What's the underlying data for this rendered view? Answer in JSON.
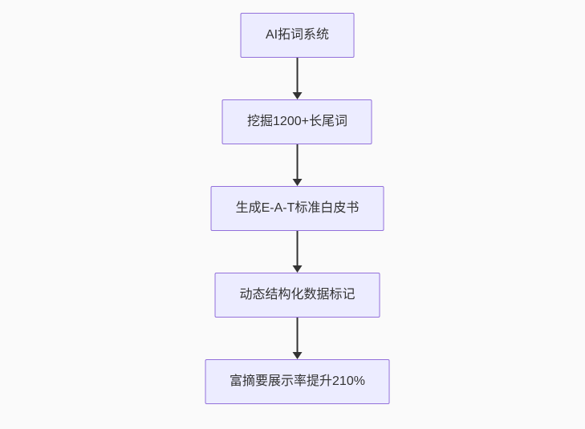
{
  "diagram": {
    "type": "flowchart",
    "direction": "top-down",
    "nodes": [
      {
        "id": "node-1",
        "label": "AI拓词系统"
      },
      {
        "id": "node-2",
        "label": "挖掘1200+长尾词"
      },
      {
        "id": "node-3",
        "label": "生成E-A-T标准白皮书"
      },
      {
        "id": "node-4",
        "label": "动态结构化数据标记"
      },
      {
        "id": "node-5",
        "label": "富摘要展示率提升210%"
      }
    ],
    "edges": [
      {
        "from": "node-1",
        "to": "node-2"
      },
      {
        "from": "node-2",
        "to": "node-3"
      },
      {
        "from": "node-3",
        "to": "node-4"
      },
      {
        "from": "node-4",
        "to": "node-5"
      }
    ],
    "colors": {
      "background": "#fafafa",
      "node_fill": "#ececff",
      "node_border": "#9370db",
      "text": "#333333",
      "arrow": "#333333"
    }
  }
}
